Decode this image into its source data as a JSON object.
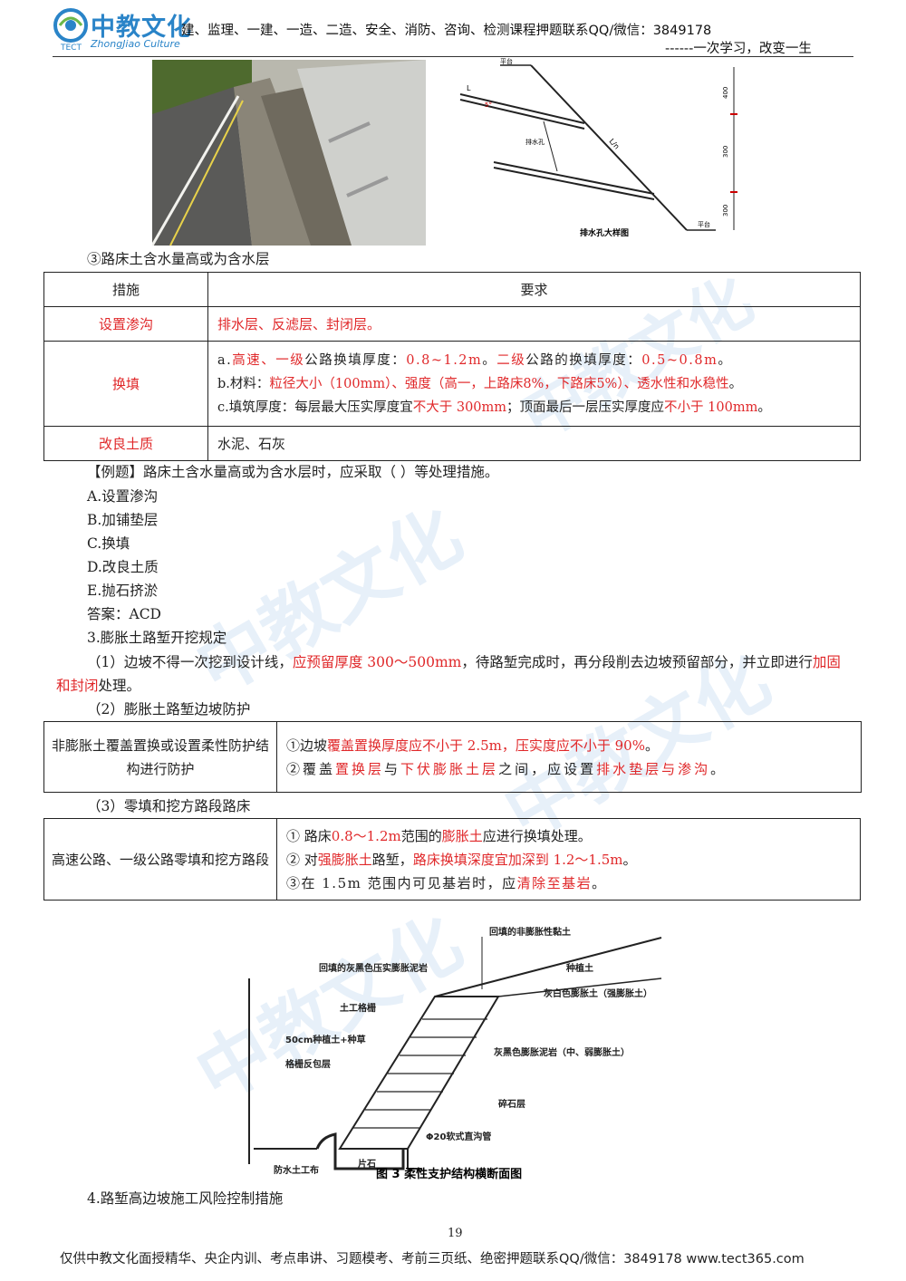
{
  "header": {
    "logo_cn": "中教文化",
    "logo_sub": "TECT",
    "logo_en": "ZhongJiao Culture",
    "line1": "建、监理、一建、一造、二造、安全、消防、咨询、检测课程押题联系QQ/微信：3849178",
    "line2": "------一次学习，改变一生"
  },
  "diagram1": {
    "labels": [
      "平台",
      "L",
      "5°",
      "排水孔",
      "L/n",
      "400",
      "300",
      "300",
      "平台",
      "排水孔大样图"
    ]
  },
  "section_water": "③路床土含水量高或为含水层",
  "table1": {
    "head": [
      "措施",
      "要求"
    ],
    "rows": [
      {
        "measure": "设置渗沟",
        "req": "排水层、反滤层、封闭层。"
      },
      {
        "measure": "换填",
        "a_pre": "a.",
        "a_r1": "高速、一级",
        "a_m1": "公路换填厚度：",
        "a_r2": "0.8~1.2m",
        "a_m2": "。",
        "a_r3": "二级",
        "a_m3": "公路的换填厚度：",
        "a_r4": "0.5~0.8m",
        "a_m4": "。",
        "b_pre": "b.材料：",
        "b_r": "粒径大小（100mm）、强度（高一，上路床8%，下路床5%）、透水性和水稳性",
        "b_post": "。",
        "c_pre": "c.填筑厚度：每层最大压实厚度宜",
        "c_r1": "不大于 300mm",
        "c_mid": "；顶面最后一层压实厚度应",
        "c_r2": "不小于 100mm",
        "c_post": "。"
      },
      {
        "measure": "改良土质",
        "req": "水泥、石灰"
      }
    ]
  },
  "example": {
    "question": "【例题】路床土含水量高或为含水层时，应采取（ ）等处理措施。",
    "options": [
      "A.设置渗沟",
      "B.加铺垫层",
      "C.换填",
      "D.改良土质",
      "E.抛石挤淤"
    ],
    "answer": "答案：ACD"
  },
  "s3": {
    "title": "3.膨胀土路堑开挖规定",
    "p1_a": "（1）边坡不得一次挖到设计线，",
    "p1_r1": "应预留厚度 300～500mm",
    "p1_b": "，待路堑完成时，再分段削去边坡预留部分，并立即进行",
    "p1_r2": "加固和封闭",
    "p1_c": "处理。",
    "p2": "（2）膨胀土路堑边坡防护",
    "p3": "（3）零填和挖方路段路床"
  },
  "table2": {
    "left": "非膨胀土覆盖置换或设置柔性防护结构进行防护",
    "l1_a": "①边坡",
    "l1_r": "覆盖置换厚度应不小于 2.5m，压实度应不小于 90%",
    "l1_b": "。",
    "l2_a": "②覆盖",
    "l2_r1": "置换层",
    "l2_b": "与",
    "l2_r2": "下伏膨胀土层",
    "l2_c": "之间，应设置",
    "l2_r3": "排水垫层与渗沟",
    "l2_d": "。"
  },
  "table3": {
    "left": "高速公路、一级公路零填和挖方路段",
    "l1_a": "① 路床",
    "l1_r1": "0.8～1.2m",
    "l1_b": "范围的",
    "l1_r2": "膨胀土",
    "l1_c": "应进行换填处理。",
    "l2_a": "② 对",
    "l2_r1": "强膨胀土",
    "l2_b": "路堑，",
    "l2_r2": "路床换填深度宜加深到 1.2～1.5m",
    "l2_c": "。",
    "l3_a": "③在 1.5m 范围内可见基岩时，应",
    "l3_r": "清除至基岩",
    "l3_b": "。"
  },
  "diagram2": {
    "labels": [
      "回填的非膨胀性黏土",
      "回填的灰黑色压实膨胀泥岩",
      "种植土",
      "灰白色膨胀土（强膨胀土）",
      "土工格栅",
      "50cm种植土+种草",
      "灰黑色膨胀泥岩（中、弱膨胀土）",
      "格栅反包层",
      "碎石层",
      "Φ20软式直沟管",
      "防水土工布",
      "片石"
    ],
    "caption": "图 3 柔性支护结构横断面图"
  },
  "s4": "4.路堑高边坡施工风险控制措施",
  "page_number": "19",
  "footer": "仅供中教文化面授精华、央企内训、考点串讲、习题模考、考前三页纸、绝密押题联系QQ/微信：3849178 www.tect365.com"
}
